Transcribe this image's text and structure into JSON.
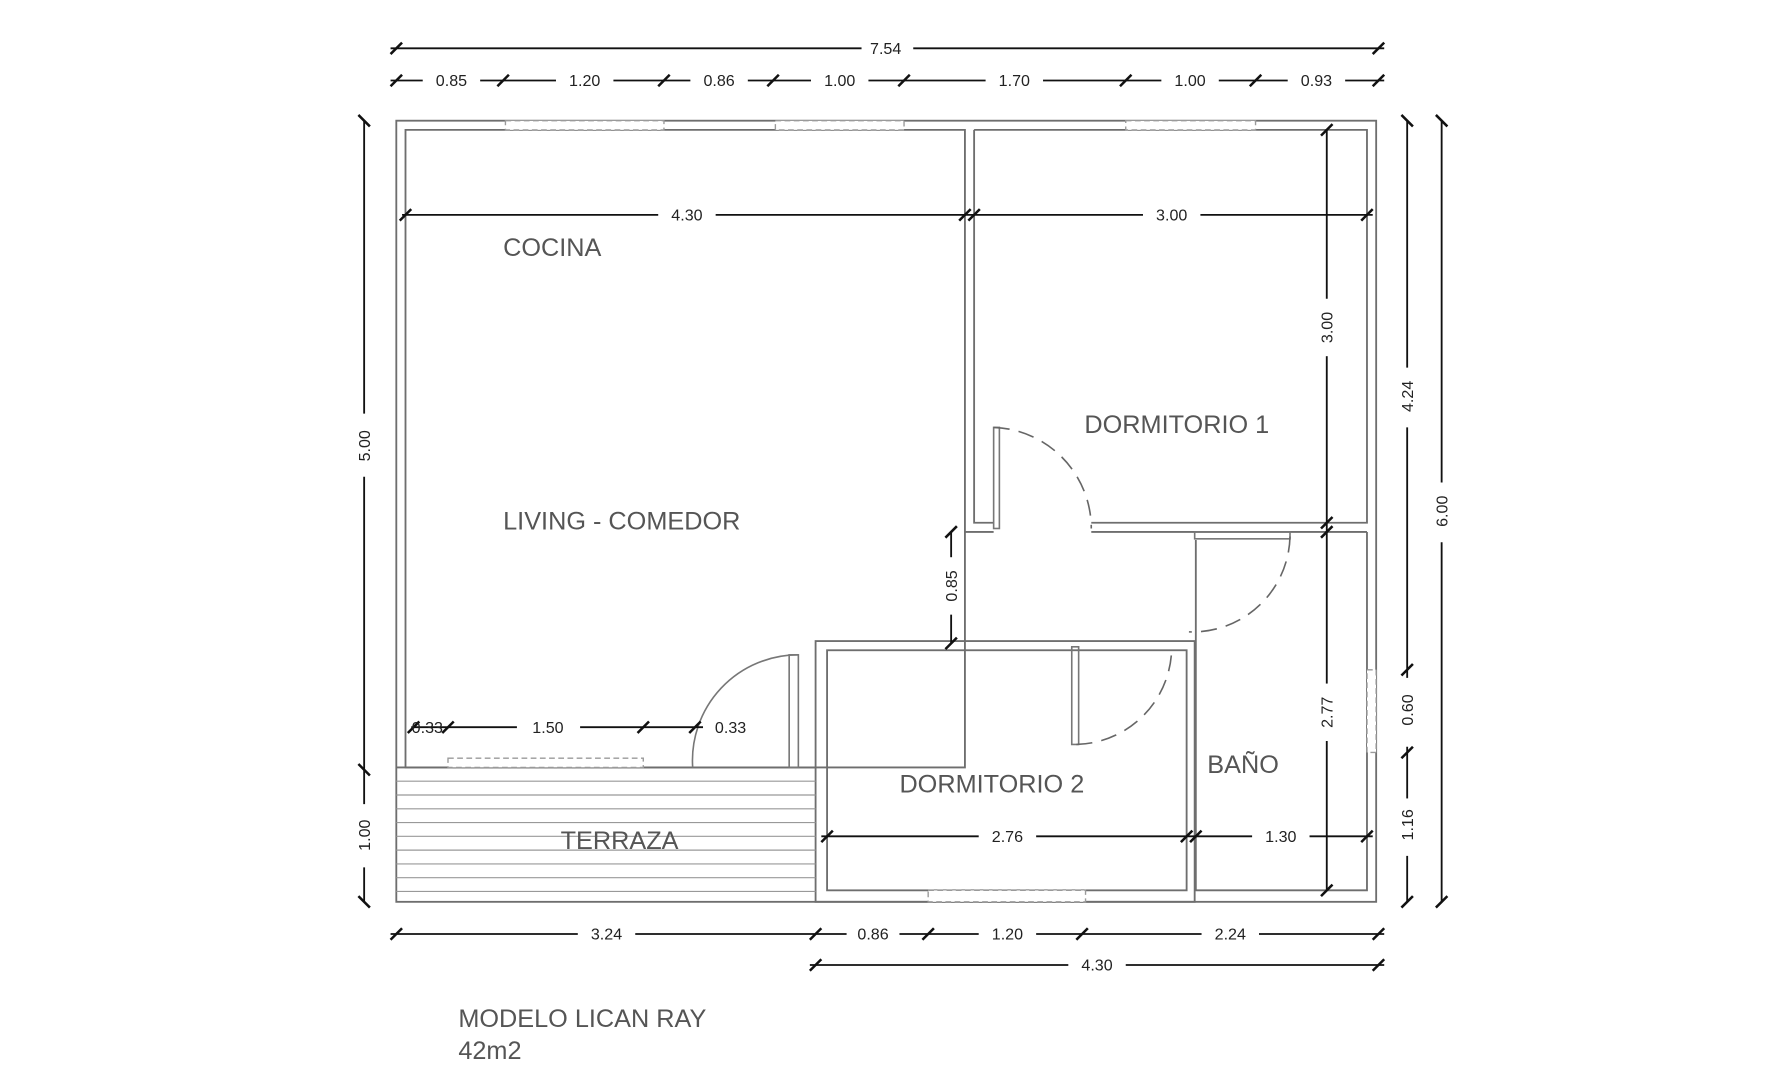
{
  "rooms": {
    "cocina": "COCINA",
    "living": "LIVING - COMEDOR",
    "dorm1": "DORMITORIO 1",
    "dorm2": "DORMITORIO 2",
    "bano": "BAÑO",
    "terraza": "TERRAZA"
  },
  "title": {
    "model": "MODELO LICAN RAY",
    "area": "42m2"
  },
  "dims": {
    "top_total": "7.54",
    "top_segments": [
      "0.85",
      "1.20",
      "0.86",
      "1.00",
      "1.70",
      "1.00",
      "0.93"
    ],
    "living_width": "4.30",
    "dorm1_width": "3.00",
    "dorm1_depth": "3.00",
    "bano_depth": "2.77",
    "hall": "0.85",
    "living_bottom": [
      "0.33",
      "1.50",
      "0.33"
    ],
    "dorm2_width": "2.76",
    "bano_width": "1.30",
    "left_main": "5.00",
    "left_terrace": "1.00",
    "right": [
      "4.24",
      "0.60",
      "1.16"
    ],
    "right_total": "6.00",
    "bottom_segments": [
      "3.24",
      "0.86",
      "1.20",
      "2.24"
    ],
    "bottom_total": "4.30"
  }
}
